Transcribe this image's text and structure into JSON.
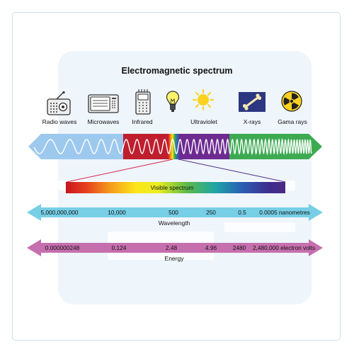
{
  "title": "Electromagnetic spectrum",
  "bands": [
    {
      "label": "Radio waves",
      "icon": "radio-icon"
    },
    {
      "label": "Microwaves",
      "icon": "microwave-oven-icon"
    },
    {
      "label": "Infrared",
      "icon": "infrared-heater-icon"
    },
    {
      "label": "",
      "icon": "light-bulb-icon"
    },
    {
      "label": "Ultraviolet",
      "icon": "sun-icon"
    },
    {
      "label": "X-rays",
      "icon": "bone-xray-icon"
    },
    {
      "label": "Gama rays",
      "icon": "radiation-hazard-icon"
    }
  ],
  "visible": {
    "label": "Visible spectrum"
  },
  "wavelength": {
    "title": "Wavelength",
    "values": [
      "5,000,000,000",
      "10,000",
      "500",
      "250",
      "0.5",
      "0.0005 nanometres"
    ]
  },
  "energy": {
    "title": "Energy",
    "values": [
      "0.000000248",
      "0.124",
      "2.48",
      "4.96",
      "2480",
      "2,480,000 electron volts"
    ]
  },
  "colors": {
    "radio": "#9ec9ee",
    "microwave": "#bf1e2e",
    "ultraviolet": "#6d2a91",
    "xray_gamma": "#3daa52",
    "wavelength_arrow": "#77cfe6",
    "energy_arrow": "#c66fae",
    "xray_box": "#2c3681",
    "sun": "#fcd21f"
  }
}
